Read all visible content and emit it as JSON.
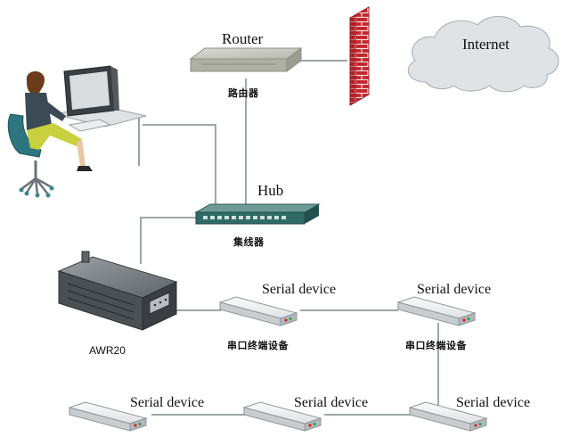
{
  "labels": {
    "router_en": "Router",
    "router_cn": "路由器",
    "internet": "Internet",
    "hub_en": "Hub",
    "hub_cn": "集线器",
    "awr20": "AWR20",
    "serial_device": "Serial device",
    "serial_terminal_cn": "串口终端设备"
  },
  "colors": {
    "line": "#7e8a8d",
    "cloud": "#dfe3e6",
    "brick": "#c8242c",
    "device_body": "#eef0f1",
    "hub_body": "#2f6a66",
    "led_red": "#e02020",
    "led_green": "#2aa54a"
  },
  "icons": {
    "router": "router-icon",
    "firewall": "firewall-icon",
    "internet": "cloud-icon",
    "workstation": "person-at-computer-icon",
    "hub": "hub-icon",
    "gateway": "awr20-device-icon",
    "serial": "serial-device-icon"
  }
}
